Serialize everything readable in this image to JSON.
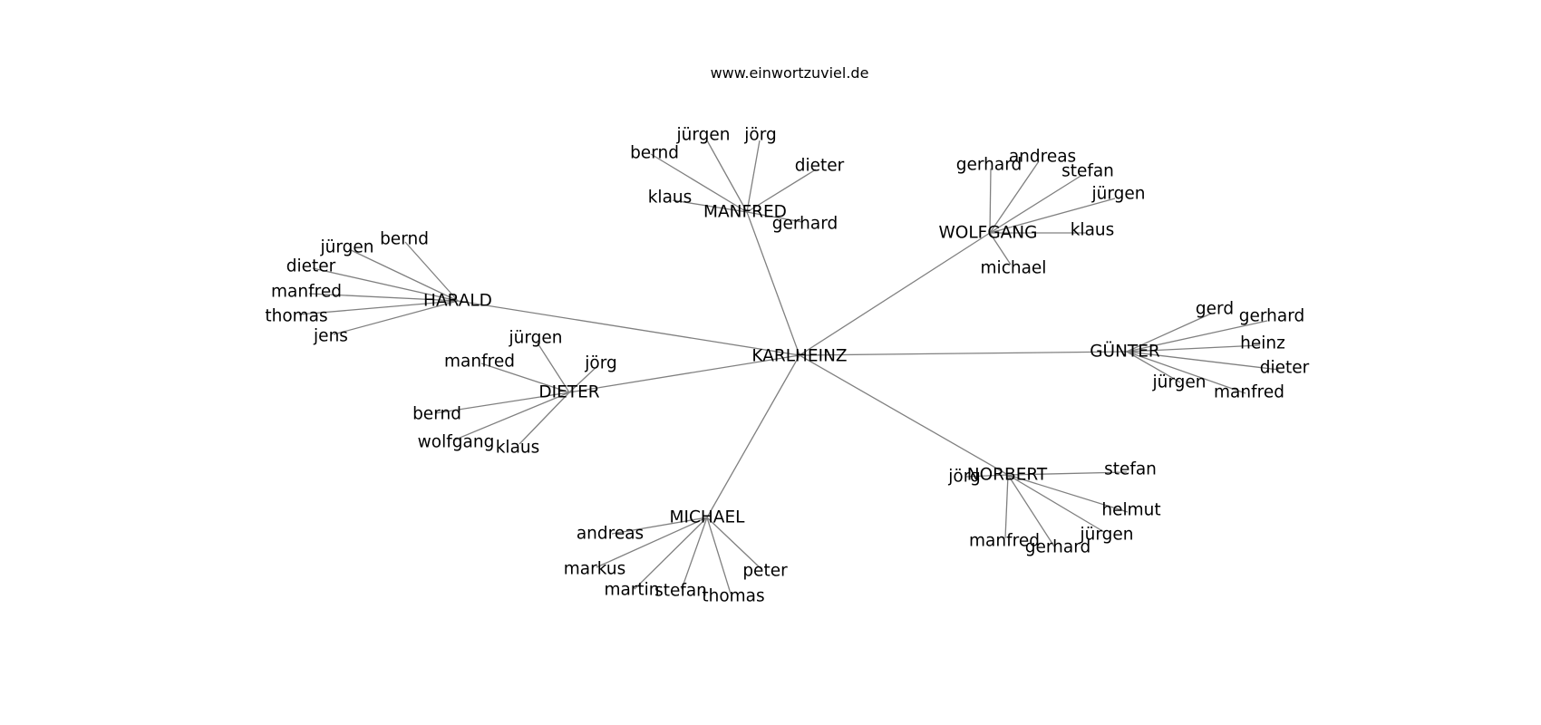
{
  "title": "www.einwortzuviel.de",
  "colors": {
    "edge": "#808080",
    "text": "#000000",
    "background": "#ffffff"
  },
  "root": "KARLHEINZ",
  "groups": [
    {
      "hub": "MANFRED",
      "leaves": [
        "jürgen",
        "jörg",
        "bernd",
        "dieter",
        "klaus",
        "gerhard"
      ]
    },
    {
      "hub": "WOLFGANG",
      "leaves": [
        "gerhard",
        "andreas",
        "stefan",
        "jürgen",
        "klaus",
        "michael"
      ]
    },
    {
      "hub": "HARALD",
      "leaves": [
        "bernd",
        "jürgen",
        "dieter",
        "manfred",
        "thomas",
        "jens"
      ]
    },
    {
      "hub": "GÜNTER",
      "leaves": [
        "gerd",
        "gerhard",
        "heinz",
        "dieter",
        "jürgen",
        "manfred"
      ]
    },
    {
      "hub": "DIETER",
      "leaves": [
        "jürgen",
        "manfred",
        "jörg",
        "bernd",
        "wolfgang",
        "klaus"
      ]
    },
    {
      "hub": "NORBERT",
      "leaves": [
        "stefan",
        "jörg",
        "helmut",
        "jürgen",
        "manfred",
        "gerhard"
      ]
    },
    {
      "hub": "MICHAEL",
      "leaves": [
        "andreas",
        "markus",
        "peter",
        "martin",
        "stefan",
        "thomas"
      ]
    }
  ]
}
